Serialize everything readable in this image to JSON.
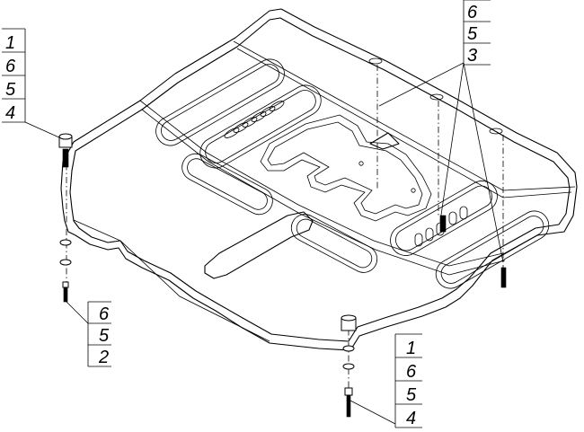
{
  "callouts": {
    "top_left": [
      "1",
      "6",
      "5",
      "4"
    ],
    "top_right": [
      "6",
      "5",
      "3"
    ],
    "bottom_left": [
      "6",
      "5",
      "2"
    ],
    "bottom_right": [
      "1",
      "6",
      "5",
      "4"
    ]
  }
}
